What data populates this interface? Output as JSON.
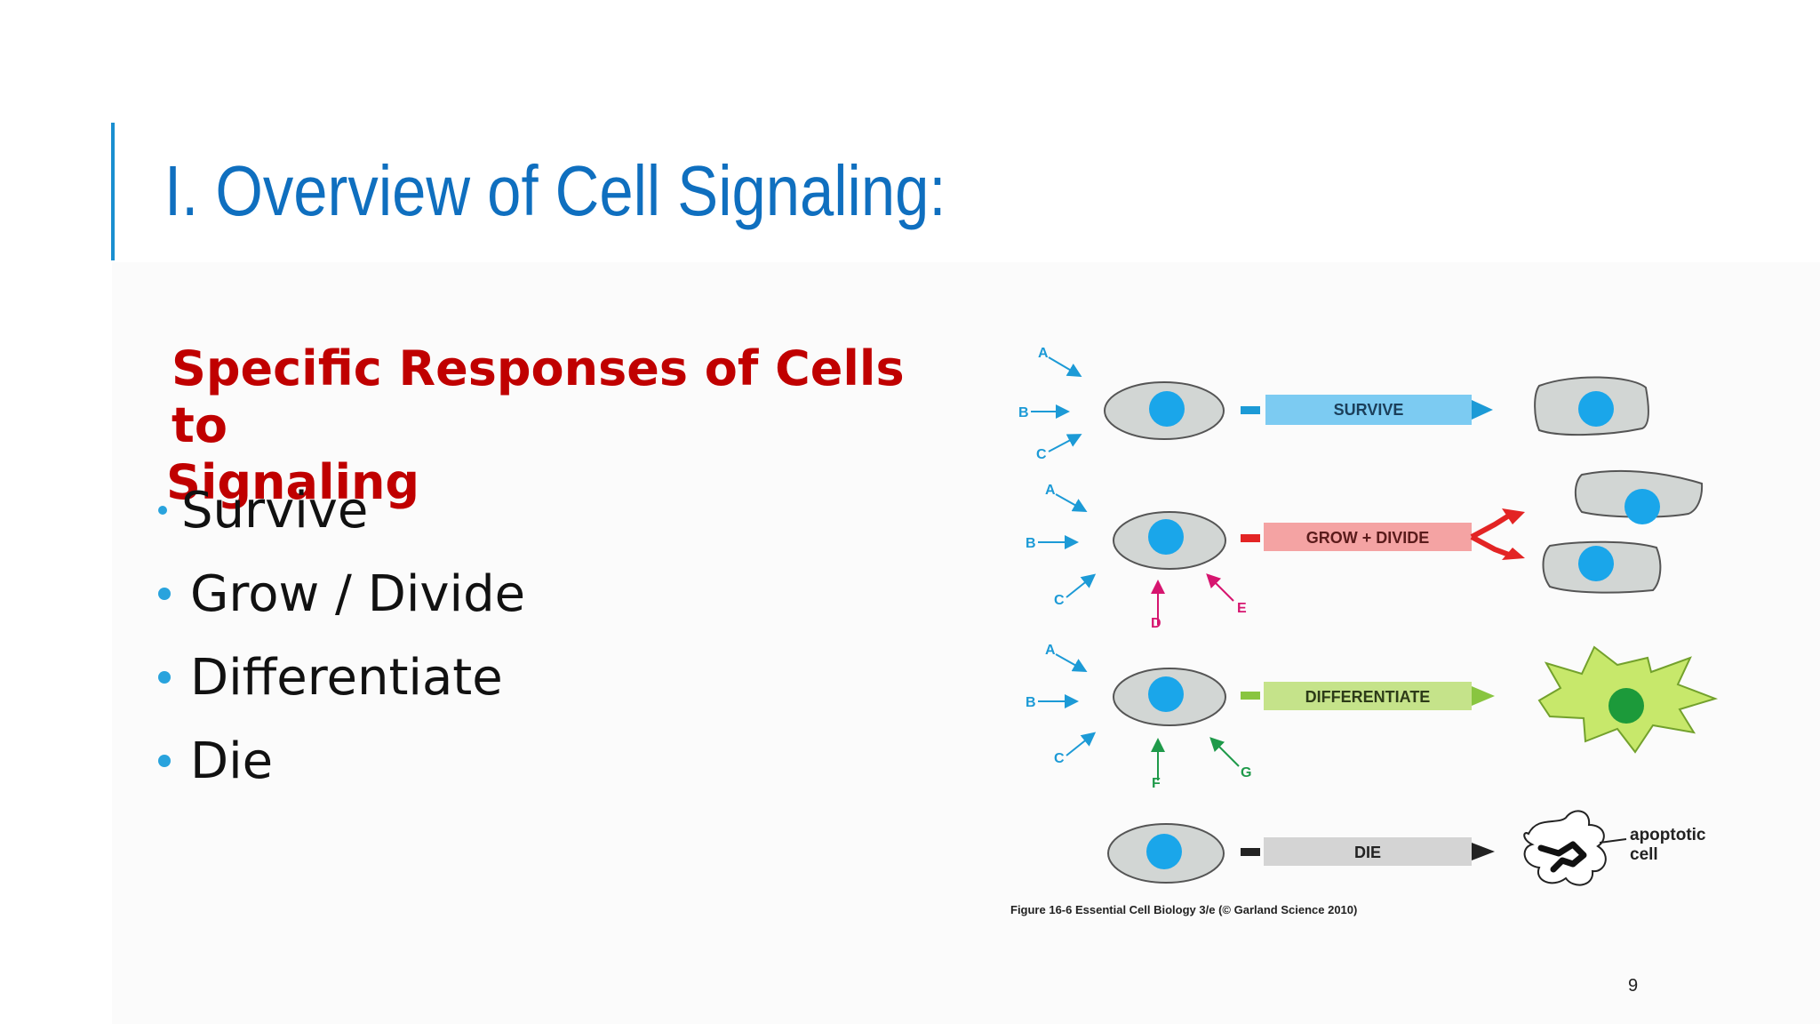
{
  "slide": {
    "title": "I. Overview of Cell Signaling:",
    "subheading_line1": "Specific Responses of Cells to",
    "subheading_line2": "Signaling",
    "bullets": [
      "Survive",
      "Grow / Divide",
      "Differentiate",
      "Die"
    ],
    "page_number": "9",
    "colors": {
      "title": "#0f6fbf",
      "subheading": "#c00000",
      "bullet_dot": "#29a3dd",
      "accent_rule": "#1a8fd0"
    }
  },
  "figure": {
    "caption": "Figure 16-6 Essential Cell Biology 3/e (© Garland Science 2010)",
    "responses": [
      {
        "label": "SURVIVE",
        "signals": [
          "A",
          "B",
          "C"
        ],
        "color": "#7ccbf2"
      },
      {
        "label": "GROW + DIVIDE",
        "signals": [
          "A",
          "B",
          "C",
          "D",
          "E"
        ],
        "color": "#f4a3a3"
      },
      {
        "label": "DIFFERENTIATE",
        "signals": [
          "A",
          "B",
          "C",
          "F",
          "G"
        ],
        "color": "#c5e38a"
      },
      {
        "label": "DIE",
        "signals": [],
        "color": "#d4d4d4"
      }
    ],
    "apoptotic_label_line1": "apoptotic",
    "apoptotic_label_line2": "cell"
  }
}
